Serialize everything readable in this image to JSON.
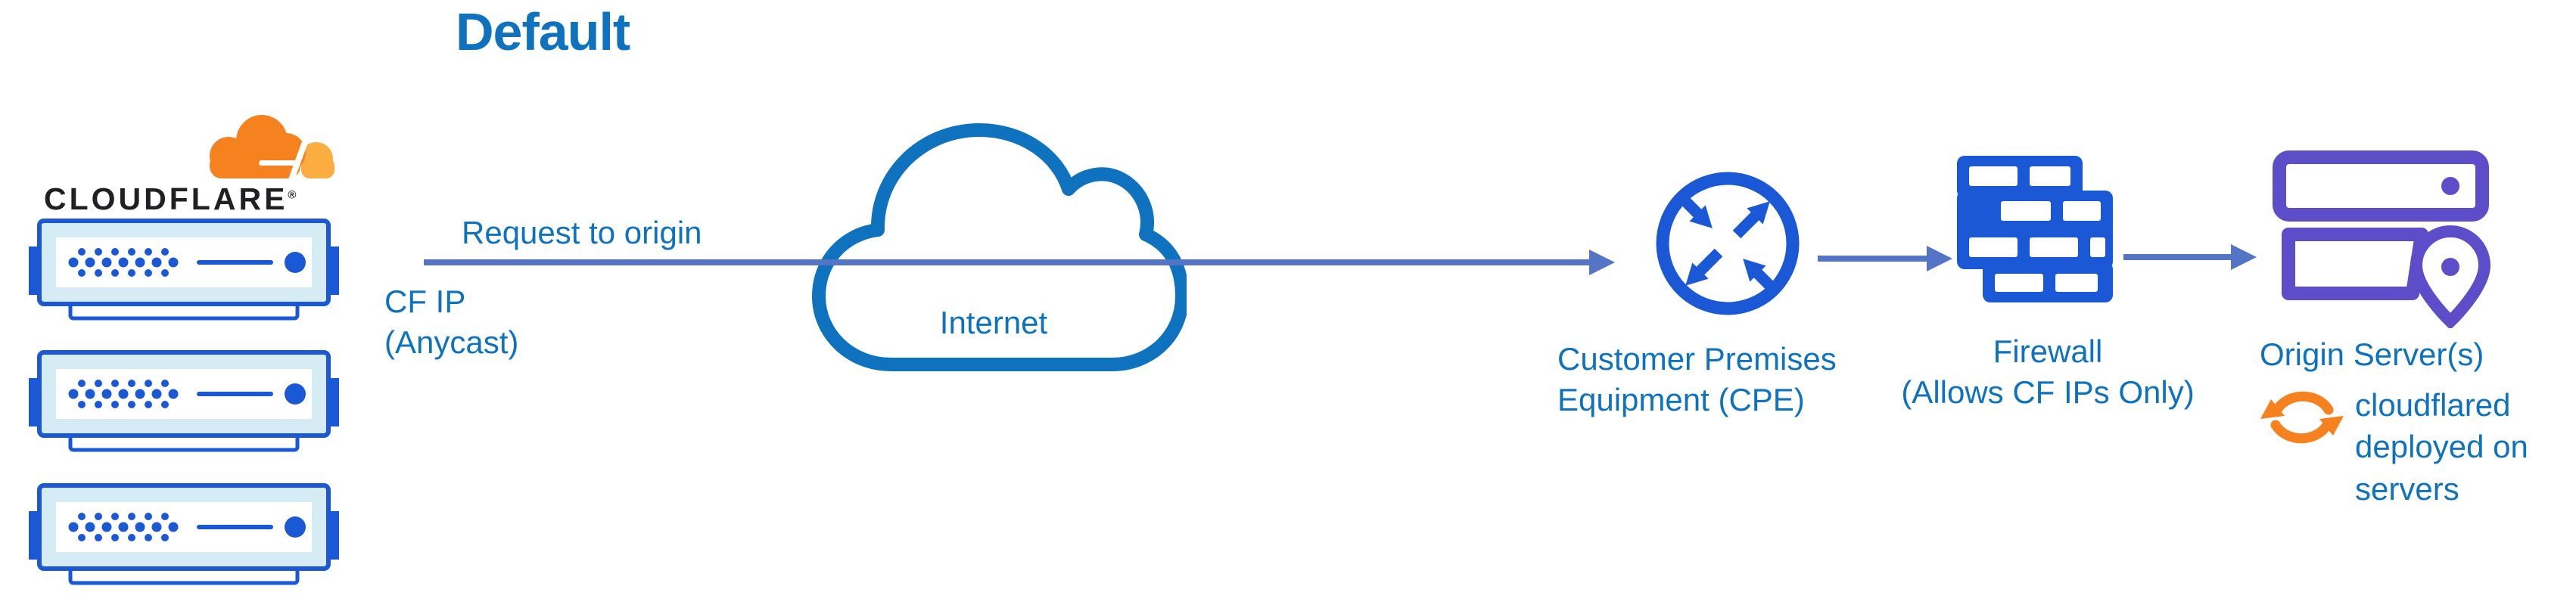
{
  "colors": {
    "text-blue": "#0F72BE",
    "icon-blue": "#1B58D6",
    "arrow-blue": "#5475C6",
    "purple": "#5E4DC9",
    "orange": "#F6821F",
    "orange-light": "#FBAD41",
    "wordmark-black": "#1F2023",
    "server-panel": "#D6ECF5"
  },
  "title": "Default",
  "cloudflare": {
    "wordmark": "CLOUDFLARE",
    "registered": "®"
  },
  "request_arrow": {
    "label": "Request to origin",
    "sublabel_line1": "CF IP",
    "sublabel_line2": "(Anycast)"
  },
  "internet": {
    "label": "Internet"
  },
  "cpe": {
    "label_line1": "Customer Premises",
    "label_line2": "Equipment (CPE)"
  },
  "firewall": {
    "label_line1": "Firewall",
    "label_line2": "(Allows CF IPs Only)"
  },
  "origin": {
    "label": "Origin Server(s)"
  },
  "cloudflared": {
    "line1": "cloudflared",
    "line2": "deployed on",
    "line3": "servers"
  }
}
